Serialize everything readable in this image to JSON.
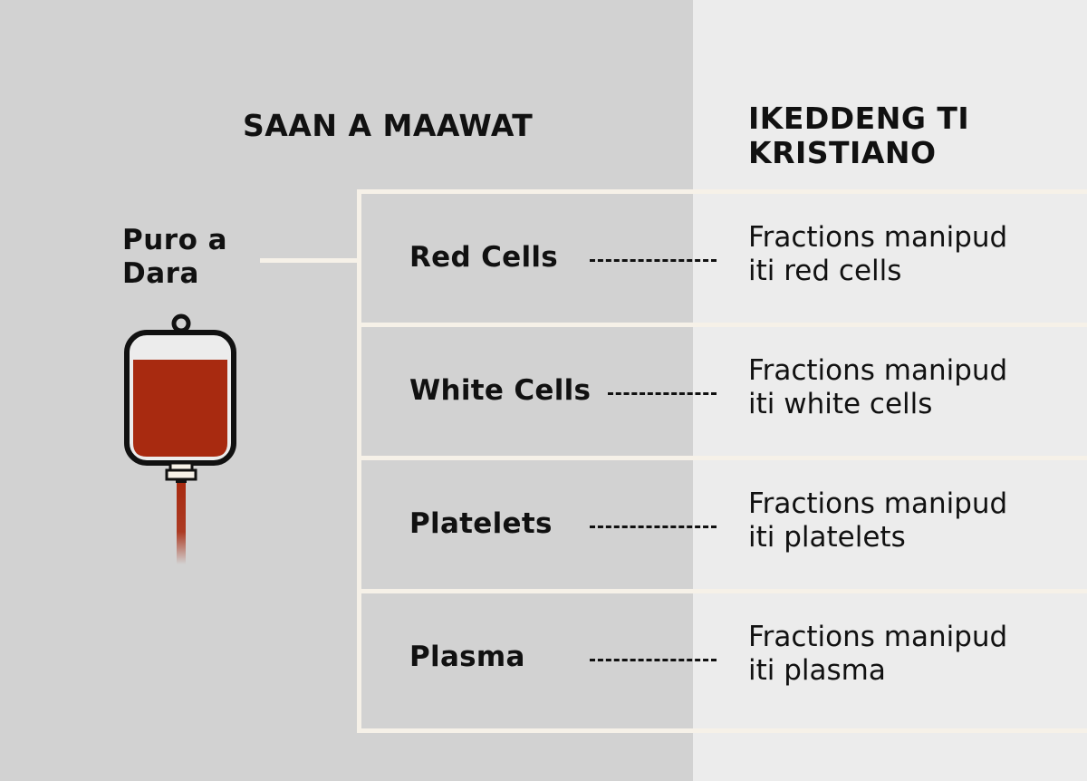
{
  "headings": {
    "left": "SAAN A MAAWAT",
    "right_line1": "IKEDDENG TI",
    "right_line2": "KRISTIANO"
  },
  "source": {
    "line1": "Puro a",
    "line2": "Dara",
    "icon": "blood-bag-icon"
  },
  "rows": [
    {
      "component": "Red Cells",
      "fraction_line1": "Fractions manipud",
      "fraction_line2": "iti red cells"
    },
    {
      "component": "White Cells",
      "fraction_line1": "Fractions manipud",
      "fraction_line2": "iti white cells"
    },
    {
      "component": "Platelets",
      "fraction_line1": "Fractions manipud",
      "fraction_line2": "iti platelets"
    },
    {
      "component": "Plasma",
      "fraction_line1": "Fractions manipud",
      "fraction_line2": "iti plasma"
    }
  ],
  "colors": {
    "left_panel": "#d2d2d2",
    "right_panel": "#ececec",
    "border": "#f6f1e8",
    "blood": "#a82a10",
    "text": "#111111"
  }
}
